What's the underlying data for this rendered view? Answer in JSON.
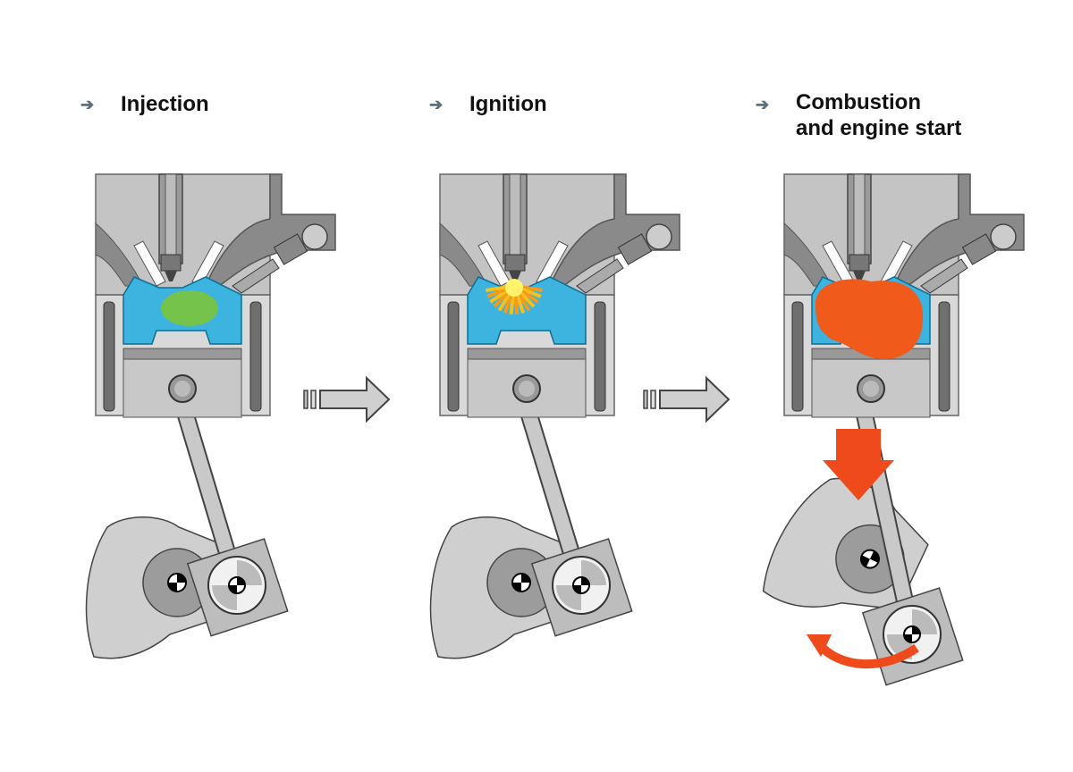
{
  "diagram": {
    "title": "Direct-start engine sequence",
    "stages": [
      {
        "id": "injection",
        "label": "Injection",
        "bullet_icon": "arrow-right-icon",
        "chamber_effect": "fuel-spray",
        "effect_color": "#7bc43a"
      },
      {
        "id": "ignition",
        "label": "Ignition",
        "bullet_icon": "arrow-right-icon",
        "chamber_effect": "spark-burst",
        "effect_color": "#f6c21a"
      },
      {
        "id": "combustion",
        "label_line1": "Combustion",
        "label_line2": "and engine start",
        "bullet_icon": "arrow-right-icon",
        "chamber_effect": "flame-front",
        "effect_color": "#f05a1a"
      }
    ],
    "flow_arrows": [
      {
        "from": "injection",
        "to": "ignition"
      },
      {
        "from": "ignition",
        "to": "combustion"
      }
    ],
    "colors": {
      "chamber": "#3db4e0",
      "metal": "#b9b9b9",
      "metal_dark": "#7a7a7a",
      "force_arrow": "#ef4a1c",
      "bullet": "#5d6f7a"
    },
    "bullet_glyph": "➔"
  }
}
